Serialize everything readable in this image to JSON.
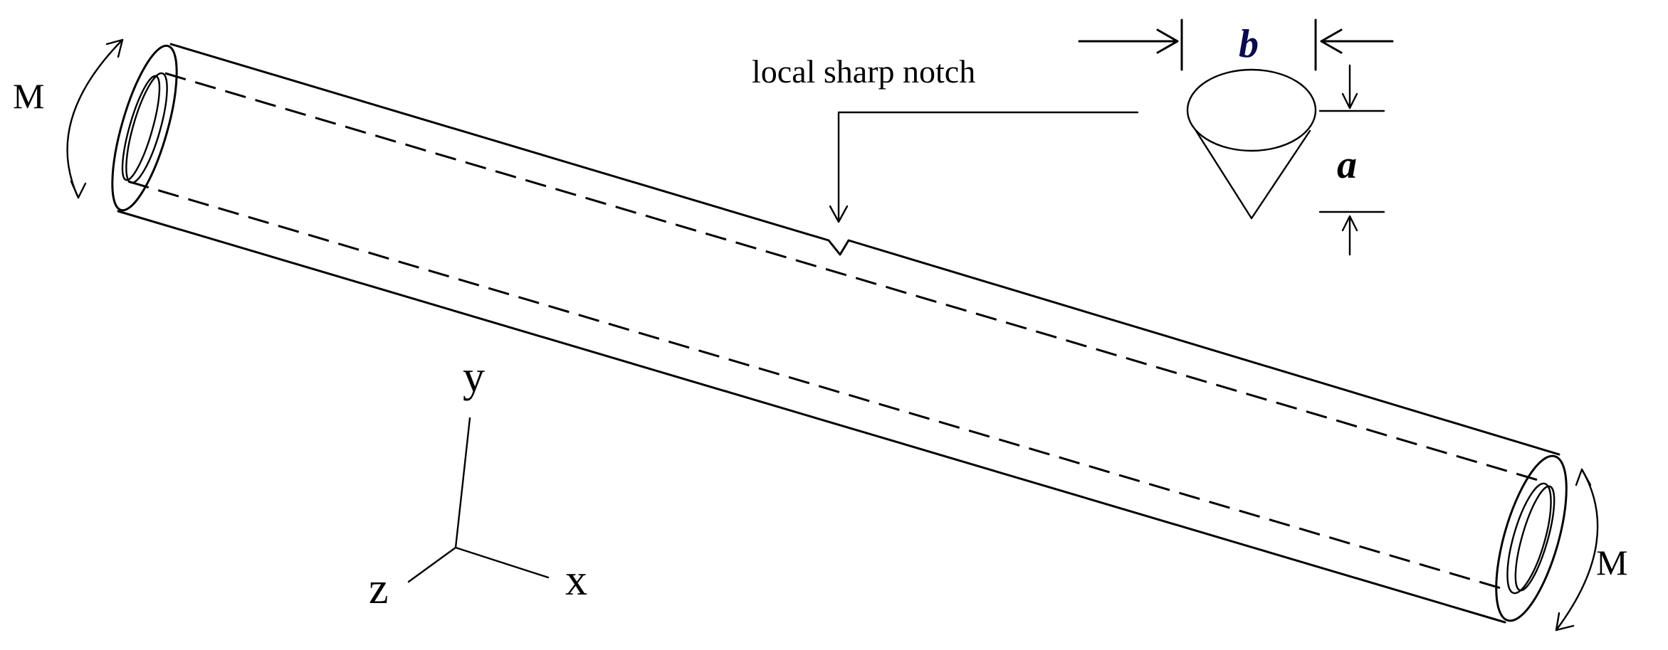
{
  "figure": {
    "moment_label_left": "M",
    "moment_label_right": "M",
    "notch_label": "local sharp notch",
    "dimension_b": "b",
    "dimension_a": "a",
    "axis_x": "x",
    "axis_y": "y",
    "axis_z": "z",
    "dimension_b_color": "#0a0a50"
  }
}
